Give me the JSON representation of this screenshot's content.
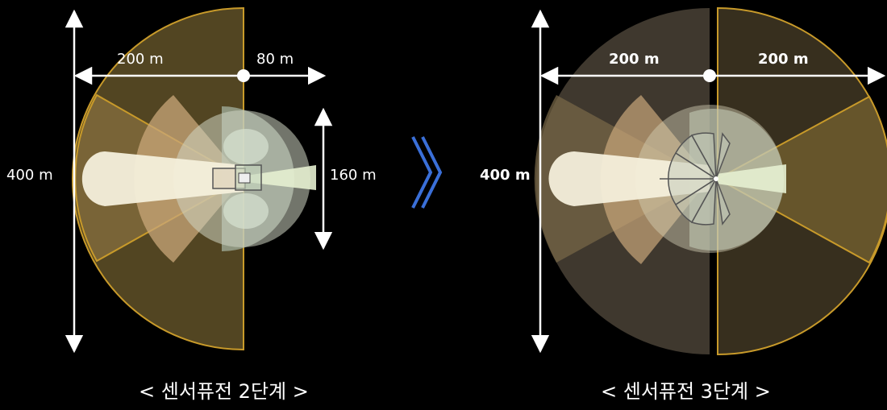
{
  "stage2": {
    "label_200": "200 m",
    "label_80": "80 m",
    "label_400": "400 m",
    "label_160": "160 m",
    "caption": "< 센서퓨전 2단계 >"
  },
  "stage3": {
    "label_200_left": "200 m",
    "label_200_right": "200 m",
    "label_400": "400 m",
    "caption": "< 센서퓨전 3단계 >"
  },
  "colors": {
    "background": "#000000",
    "long_range_fill": "#6e5c2e",
    "long_range_stroke": "#c89a2a",
    "mid_radar_fill": "#c9a77a",
    "camera_fill": "#f4efdb",
    "short_radar_fill": "#b7c7b5",
    "transition_arrow": "#3a6fd8"
  }
}
